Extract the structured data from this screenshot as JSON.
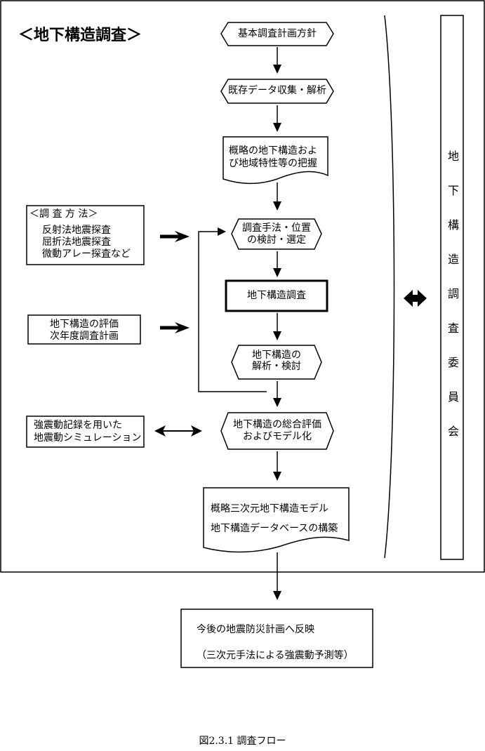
{
  "title": "＜地下構造調査＞",
  "committee": "地下構造調査委員会",
  "flow": {
    "step1": {
      "lines": [
        "基本調査計画方針"
      ]
    },
    "step2": {
      "lines": [
        "既存データ収集・解析"
      ]
    },
    "step3": {
      "lines": [
        "概略の地下構造およ",
        "び地域特性等の把握"
      ]
    },
    "step4": {
      "lines": [
        "調査手法・位置",
        "の検討・選定"
      ]
    },
    "step5": {
      "lines": [
        "地下構造調査"
      ]
    },
    "step6": {
      "lines": [
        "地下構造の",
        "解析・検討"
      ]
    },
    "step7": {
      "lines": [
        "地下構造の総合評価",
        "およびモデル化"
      ]
    },
    "step8": {
      "lines": [
        "概略三次元地下構造モデル",
        "地下構造データベースの構築"
      ]
    }
  },
  "side": {
    "methods": {
      "lines": [
        "＜調 査 方 法＞",
        "反射法地震探査",
        "屈折法地震探査",
        "微動アレー探査など"
      ]
    },
    "evaluation": {
      "lines": [
        "地下構造の評価",
        "次年度調査計画"
      ]
    },
    "simulation": {
      "lines": [
        "強震動記録を用いた",
        "地震動シミュレーション"
      ]
    }
  },
  "output": {
    "lines": [
      "今後の地震防災計画へ反映",
      "（三次元手法による強震動予測等）"
    ]
  },
  "caption": "図2.3.1 調査フロー"
}
